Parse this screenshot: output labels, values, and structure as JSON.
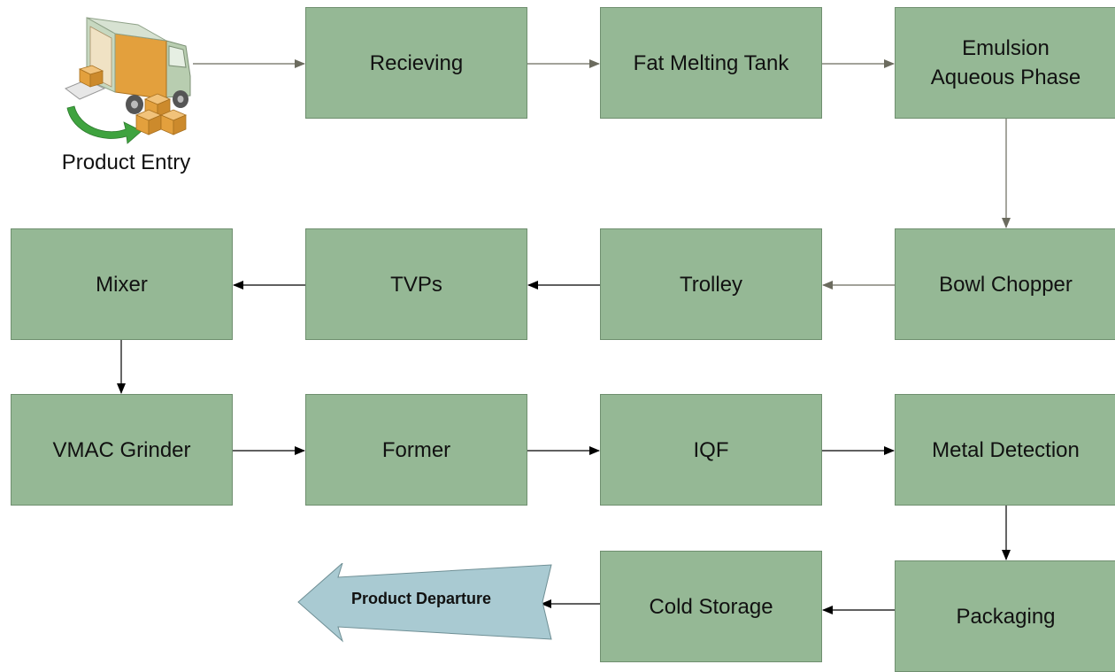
{
  "entry": {
    "label": "Product Entry",
    "icon": "delivery-truck-icon"
  },
  "departure": {
    "label": "Product Departure",
    "shape": "left-arrow"
  },
  "nodes": {
    "recieving": "Recieving",
    "fat_melting_tank": "Fat Melting Tank",
    "emulsion": "Emulsion\nAqueous Phase",
    "bowl_chopper": "Bowl Chopper",
    "trolley": "Trolley",
    "tvps": "TVPs",
    "mixer": "Mixer",
    "vmac_grinder": "VMAC Grinder",
    "former": "Former",
    "iqf": "IQF",
    "metal_detection": "Metal Detection",
    "packaging": "Packaging",
    "cold_storage": "Cold Storage"
  },
  "edges": [
    [
      "entry",
      "recieving"
    ],
    [
      "recieving",
      "fat_melting_tank"
    ],
    [
      "fat_melting_tank",
      "emulsion"
    ],
    [
      "emulsion",
      "bowl_chopper"
    ],
    [
      "bowl_chopper",
      "trolley"
    ],
    [
      "trolley",
      "tvps"
    ],
    [
      "tvps",
      "mixer"
    ],
    [
      "mixer",
      "vmac_grinder"
    ],
    [
      "vmac_grinder",
      "former"
    ],
    [
      "former",
      "iqf"
    ],
    [
      "iqf",
      "metal_detection"
    ],
    [
      "metal_detection",
      "packaging"
    ],
    [
      "packaging",
      "cold_storage"
    ],
    [
      "cold_storage",
      "departure"
    ]
  ],
  "colors": {
    "node_fill": "#95b895",
    "node_border": "#6f8f6f",
    "edge_gray": "#6b6b5e",
    "edge_black": "#000000",
    "departure_fill": "#a9cad2"
  }
}
